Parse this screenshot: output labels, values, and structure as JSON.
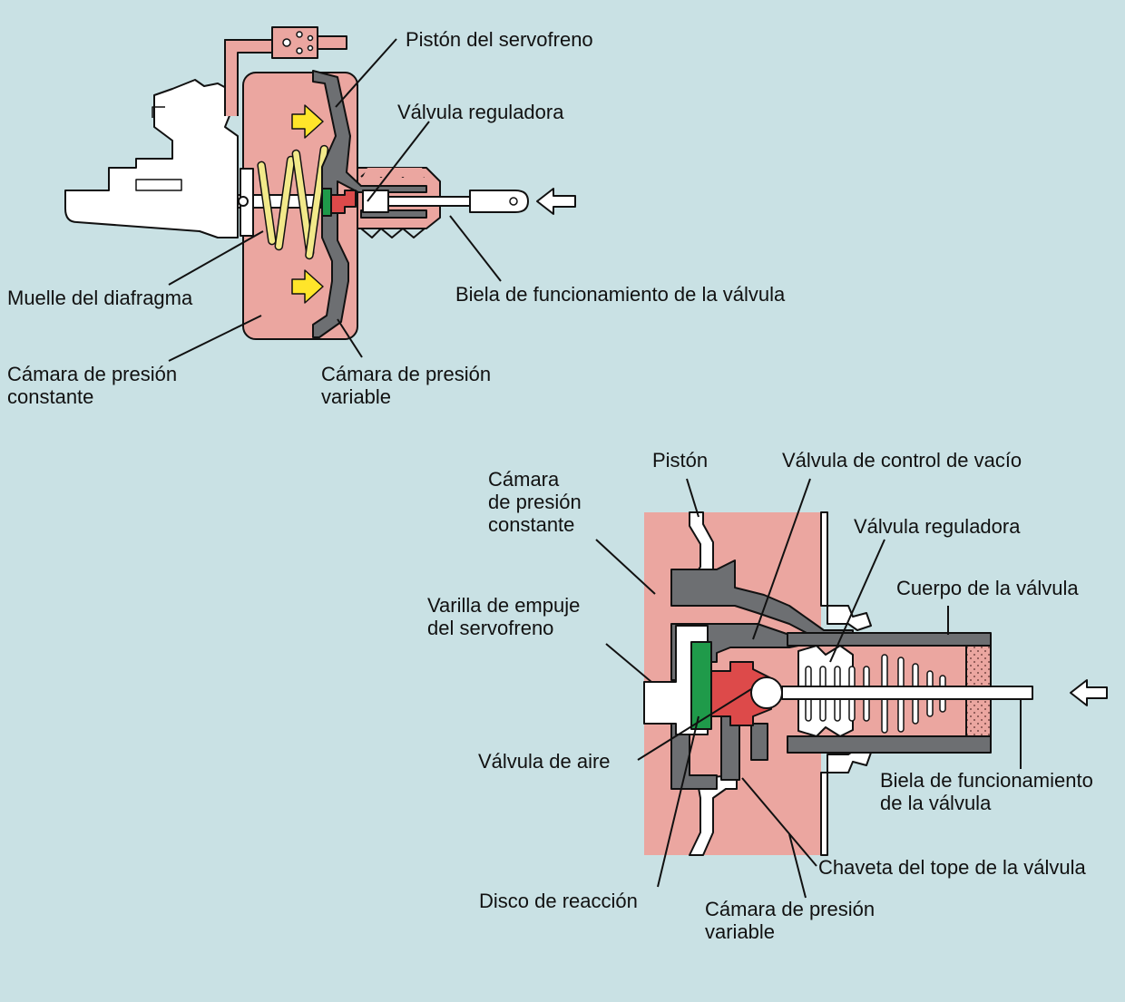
{
  "colors": {
    "background": "#c9e1e4",
    "chamber_pink": "#eba6a0",
    "piston_gray": "#6d6f72",
    "reaction_green": "#1f9a4a",
    "valve_red": "#dd4a4a",
    "spring_yellow": "#f2e98a",
    "arrow_yellow": "#ffe52a",
    "line_black": "#111111"
  },
  "top_diagram": {
    "labels": {
      "piston": "Pistón del servofreno",
      "regulating_valve": "Válvula reguladora",
      "valve_rod": "Biela de funcionamiento de la válvula",
      "diaphragm_spring": "Muelle del diafragma",
      "constant_chamber_1": "Cámara de presión",
      "constant_chamber_2": "constante",
      "variable_chamber_1": "Cámara de presión",
      "variable_chamber_2": "variable"
    },
    "icons": [
      "push-arrow-icon",
      "air-flow-arrow-icon"
    ]
  },
  "bottom_diagram": {
    "labels": {
      "constant_chamber_1": "Cámara",
      "constant_chamber_2": "de presión",
      "constant_chamber_3": "constante",
      "piston": "Pistón",
      "vacuum_valve": "Válvula de control de vacío",
      "regulating_valve": "Válvula reguladora",
      "valve_body": "Cuerpo de la válvula",
      "push_rod_1": "Varilla de empuje",
      "push_rod_2": "del servofreno",
      "air_valve": "Válvula de aire",
      "valve_rod_1": "Biela de funcionamiento",
      "valve_rod_2": "de la válvula",
      "stop_key": "Chaveta del tope de la válvula",
      "reaction_disc": "Disco de reacción",
      "variable_chamber_1": "Cámara de presión",
      "variable_chamber_2": "variable"
    },
    "icons": [
      "push-arrow-icon"
    ]
  }
}
